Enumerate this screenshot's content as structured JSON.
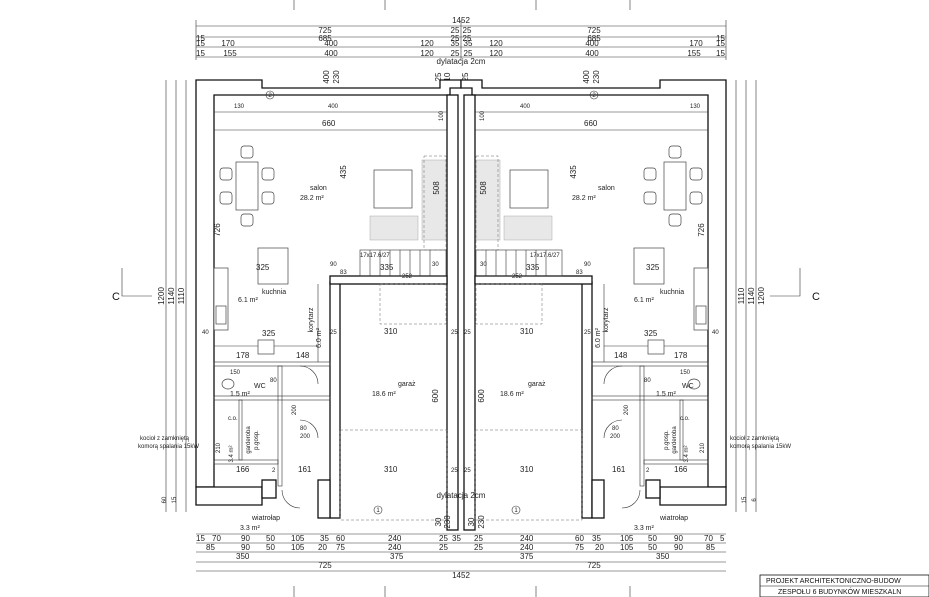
{
  "drawing": {
    "top_total": "1452",
    "bottom_total": "1452",
    "dylatacja_top": "dylatacja 2cm",
    "dylatacja_bottom": "dylatacja 2cm",
    "section_left": "C",
    "section_right": "C",
    "axis_marker": "2",
    "axis_marker_bottom": "1"
  },
  "top_dims": {
    "row1": [
      "725",
      "25",
      "25",
      "725"
    ],
    "row2": [
      "15",
      "685",
      "25",
      "25",
      "685",
      "15"
    ],
    "row3": [
      "15",
      "170",
      "400",
      "120",
      "35",
      "35",
      "120",
      "400",
      "170",
      "15"
    ],
    "row4": [
      "15",
      "155",
      "400",
      "120",
      "25",
      "25",
      "120",
      "400",
      "155",
      "15"
    ],
    "vert": [
      "400",
      "230",
      "25",
      "10",
      "25",
      "400",
      "230"
    ]
  },
  "bottom_dims": {
    "row1": [
      "15",
      "70",
      "90",
      "50",
      "105",
      "35",
      "60",
      "240",
      "25",
      "35",
      "25",
      "240",
      "60",
      "35",
      "105",
      "50",
      "90",
      "70",
      "5"
    ],
    "row2": [
      "85",
      "90",
      "50",
      "105",
      "20",
      "75",
      "240",
      "25",
      "25",
      "240",
      "75",
      "20",
      "105",
      "50",
      "90",
      "85"
    ],
    "row3": [
      "350",
      "375",
      "375",
      "350"
    ],
    "row4": [
      "725",
      "725"
    ],
    "vert": [
      "30",
      "230",
      "30",
      "230"
    ]
  },
  "side_dims": {
    "left": [
      "1200",
      "1140",
      "1110"
    ],
    "right": [
      "1110",
      "1140",
      "1200"
    ],
    "left_small": [
      "60",
      "15"
    ],
    "right_small": [
      "15",
      "6"
    ]
  },
  "inner_dims": {
    "d130": "130",
    "d400": "400",
    "d660": "660",
    "d435": "435",
    "d508": "508",
    "d100": "100",
    "d726": "726",
    "d325": "325",
    "d335": "335",
    "d252": "252",
    "d83": "83",
    "d90": "90",
    "d30": "30",
    "d310": "310",
    "d25": "25",
    "d600": "600",
    "d178": "178",
    "d148": "148",
    "d150": "150",
    "d80": "80",
    "d200": "200",
    "d210": "210",
    "d166": "166",
    "d161": "161",
    "d2": "2",
    "d40": "40",
    "stairs": "17x17.6/27"
  },
  "rooms": {
    "salon": "salon",
    "salon_area": "28.2 m²",
    "kuchnia": "kuchnia",
    "kuchnia_area": "6.1 m²",
    "korytarz": "korytarz",
    "korytarz_area": "6.0 m²",
    "garaz": "garaż",
    "garaz_area": "18.6 m²",
    "wc": "WC",
    "wc_area": "1.5 m²",
    "co": "c.o.",
    "garderoba": "garderoba",
    "pgosp": "p.gosp.",
    "small_area": "3.4 m²",
    "wiatrolap": "wiatrołap",
    "wiatrolap_area": "3.3 m²"
  },
  "notes": {
    "kociol_1": "kocioł z zamkniętą",
    "kociol_2": "komorą spalania 15kW"
  },
  "title_block": {
    "line1": "PROJEKT ARCHITEKTONICZNO-BUDOW",
    "line2": "ZESPOŁU 6 BUDYNKÓW MIESZKALN"
  }
}
